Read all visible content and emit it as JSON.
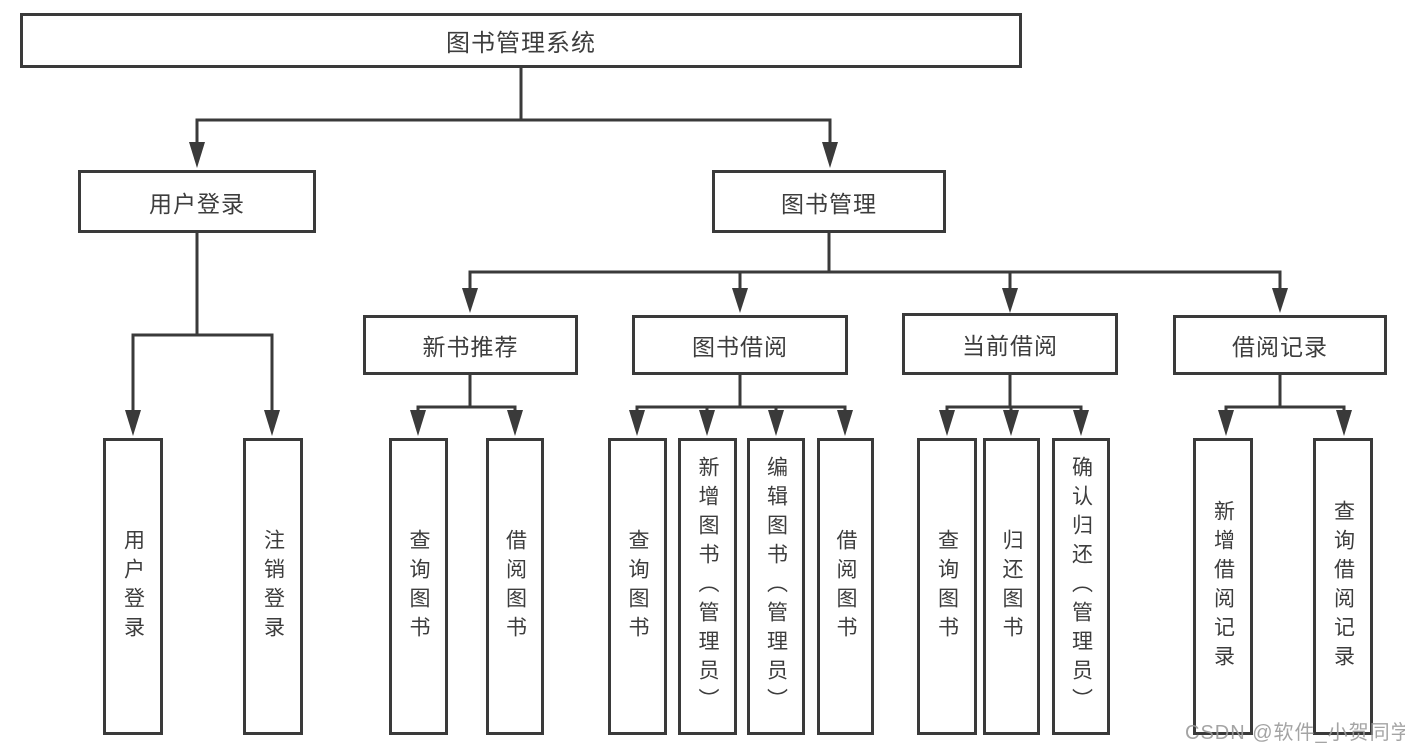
{
  "diagram": {
    "root": "图书管理系统",
    "level2": {
      "user_login": "用户登录",
      "book_management": "图书管理"
    },
    "level3": {
      "new_book_recommend": "新书推荐",
      "book_borrow": "图书借阅",
      "current_borrow": "当前借阅",
      "borrow_records": "借阅记录"
    },
    "leaves": {
      "login": "用户登录",
      "logout": "注销登录",
      "nb_query_books": "查询图书",
      "nb_borrow_books": "借阅图书",
      "bb_query_books": "查询图书",
      "bb_add_books": "新增图书（管理员）",
      "bb_edit_books": "编辑图书（管理员）",
      "bb_borrow_books": "借阅图书",
      "cb_query_books": "查询图书",
      "cb_return_books": "归还图书",
      "cb_confirm_return": "确认归还（管理员）",
      "br_add_record": "新增借阅记录",
      "br_query_record": "查询借阅记录"
    }
  },
  "watermark": "CSDN @软件_小贺同学",
  "colors": {
    "line": "#3a3a3a",
    "text": "#3d3d3d",
    "watermark": "#9b9b9b",
    "background": "#ffffff"
  }
}
